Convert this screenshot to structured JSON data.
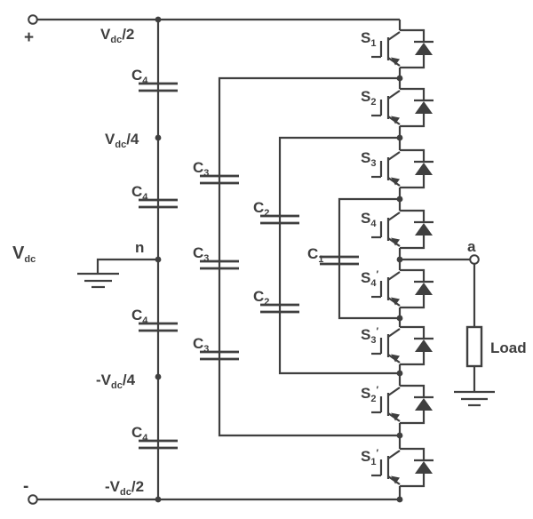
{
  "colors": {
    "line": "#3f3f3f",
    "background": "#ffffff"
  },
  "source": {
    "label_base": "V",
    "label_sub": "dc",
    "plus": "+",
    "minus": "-"
  },
  "bus_labels": {
    "top": {
      "pre": "",
      "base": "V",
      "sub": "dc",
      "post": "/2"
    },
    "upper_mid": {
      "pre": "",
      "base": "V",
      "sub": "dc",
      "post": "/4"
    },
    "neutral": "n",
    "lower_mid": {
      "pre": "-",
      "base": "V",
      "sub": "dc",
      "post": "/4"
    },
    "bottom": {
      "pre": "-",
      "base": "V",
      "sub": "dc",
      "post": "/2"
    }
  },
  "capacitors": {
    "dc_link": {
      "base": "C",
      "sub": "4",
      "count": 4
    },
    "outer": {
      "base": "C",
      "sub": "3",
      "count": 3
    },
    "middle": {
      "base": "C",
      "sub": "2",
      "count": 2
    },
    "inner": {
      "base": "C",
      "sub": "1",
      "count": 1
    }
  },
  "switches": [
    {
      "base": "S",
      "sub": "1",
      "prime": ""
    },
    {
      "base": "S",
      "sub": "2",
      "prime": ""
    },
    {
      "base": "S",
      "sub": "3",
      "prime": ""
    },
    {
      "base": "S",
      "sub": "4",
      "prime": ""
    },
    {
      "base": "S",
      "sub": "4",
      "prime": "′"
    },
    {
      "base": "S",
      "sub": "3",
      "prime": "′"
    },
    {
      "base": "S",
      "sub": "2",
      "prime": "′"
    },
    {
      "base": "S",
      "sub": "1",
      "prime": "′"
    }
  ],
  "output": {
    "node": "a",
    "load": "Load"
  }
}
